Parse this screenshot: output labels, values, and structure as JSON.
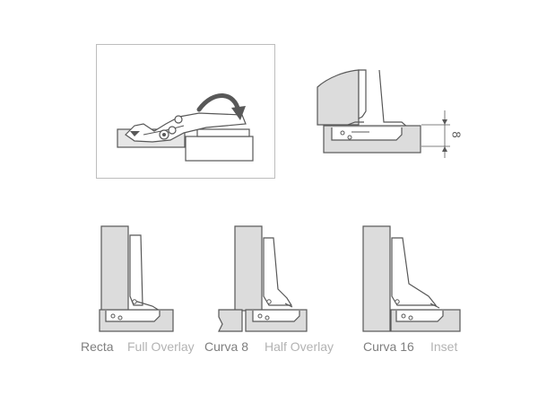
{
  "measurement": {
    "value": "8"
  },
  "variants": [
    {
      "name": "Recta",
      "overlay": "Full Overlay"
    },
    {
      "name": "Curva 8",
      "overlay": "Half Overlay"
    },
    {
      "name": "Curva 16",
      "overlay": "Inset"
    }
  ],
  "colors": {
    "line": "#585858",
    "panel_fill": "#dcdcdc",
    "panel_fill_light": "#e6e6e6",
    "frame": "#bdbdbd",
    "name_text": "#7f7f7f",
    "overlay_text": "#b3b3b3"
  }
}
